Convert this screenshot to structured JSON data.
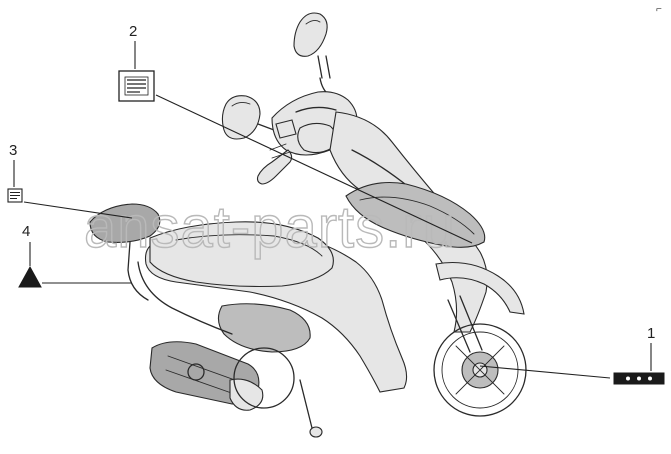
{
  "corner_mark": "⌐",
  "callouts": [
    {
      "label": "1",
      "symbol": "label-strip"
    },
    {
      "label": "2",
      "symbol": "document-label"
    },
    {
      "label": "3",
      "symbol": "small-document-label"
    },
    {
      "label": "4",
      "symbol": "warning-triangle"
    }
  ],
  "watermark": "ansat-parts.ru"
}
